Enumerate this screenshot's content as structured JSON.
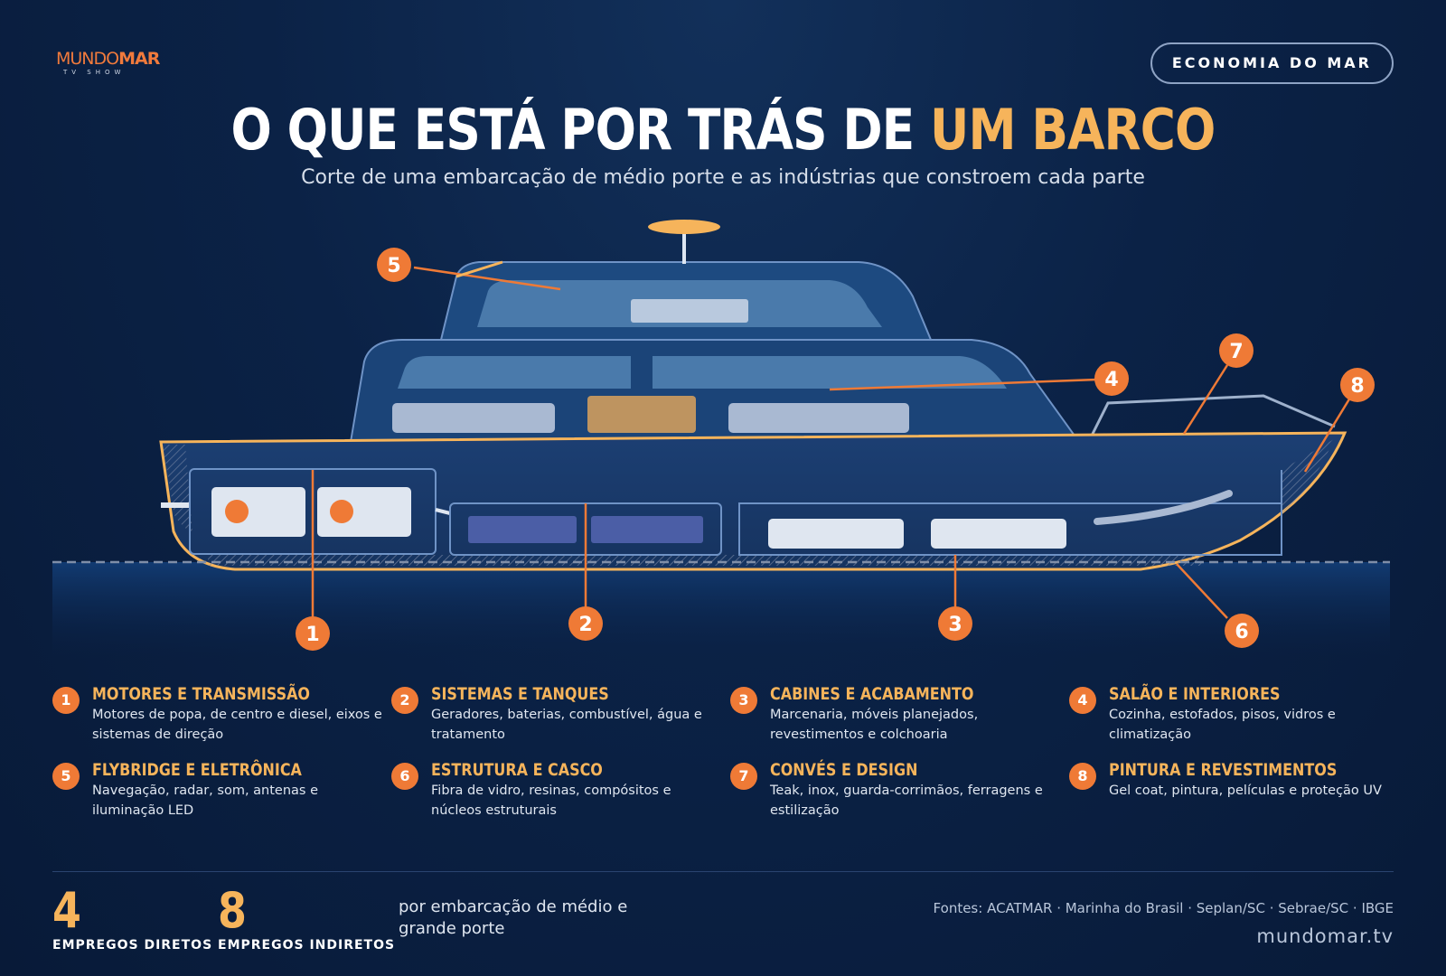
{
  "header": {
    "logo_part1": "MUNDO",
    "logo_part2": "MAR",
    "logo_sub": "TV SHOW",
    "tag": "ECONOMIA DO MAR",
    "title_main": "O QUE ESTÁ POR TRÁS DE ",
    "title_highlight": "UM BARCO",
    "subtitle": "Corte de uma embarcação de médio porte e as indústrias que constroem cada parte"
  },
  "colors": {
    "accent": "#ef7a36",
    "highlight": "#f6b45b",
    "background": "#0b2246"
  },
  "markers": [
    "1",
    "2",
    "3",
    "4",
    "5",
    "6",
    "7",
    "8"
  ],
  "legend": [
    {
      "num": "1",
      "title": "MOTORES E TRANSMISSÃO",
      "desc": "Motores de popa, de centro e diesel, eixos e sistemas de direção"
    },
    {
      "num": "2",
      "title": "SISTEMAS E TANQUES",
      "desc": "Geradores, baterias, combustível, água e tratamento"
    },
    {
      "num": "3",
      "title": "CABINES E ACABAMENTO",
      "desc": "Marcenaria, móveis planejados, revestimentos e colchoaria"
    },
    {
      "num": "4",
      "title": "SALÃO E INTERIORES",
      "desc": "Cozinha, estofados, pisos, vidros e climatização"
    },
    {
      "num": "5",
      "title": "FLYBRIDGE E ELETRÔNICA",
      "desc": "Navegação, radar, som, antenas e iluminação LED"
    },
    {
      "num": "6",
      "title": "ESTRUTURA E CASCO",
      "desc": "Fibra de vidro, resinas, compósitos e núcleos estruturais"
    },
    {
      "num": "7",
      "title": "CONVÉS E DESIGN",
      "desc": "Teak, inox, guarda-corrimãos, ferragens e estilização"
    },
    {
      "num": "8",
      "title": "PINTURA E REVESTIMENTOS",
      "desc": "Gel coat, pintura, películas e proteção UV"
    }
  ],
  "footer": {
    "direct_num": "4",
    "direct_label": "EMPREGOS DIRETOS",
    "indirect_num": "8",
    "indirect_label": "EMPREGOS INDIRETOS",
    "note": "por embarcação de médio e grande porte",
    "sources": "Fontes: ACATMAR · Marinha do Brasil · Seplan/SC · Sebrae/SC · IBGE",
    "site": "mundomar.tv"
  }
}
